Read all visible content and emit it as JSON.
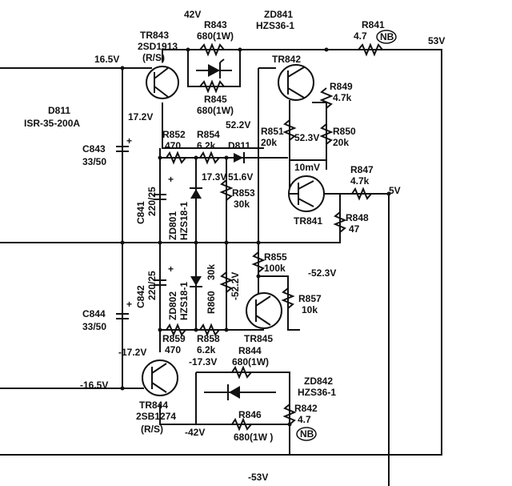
{
  "components": {
    "d811": {
      "ref": "D811",
      "part": "ISR-35-200A"
    },
    "tr843": {
      "ref": "TR843",
      "part": "2SD1913",
      "grade": "(R/S)"
    },
    "zd841": {
      "ref": "ZD841",
      "part": "HZS36-1"
    },
    "r843": {
      "ref": "R843",
      "value": "680(1W)"
    },
    "r845": {
      "ref": "R845",
      "value": "680(1W)"
    },
    "r841": {
      "ref": "R841",
      "value": "4.7",
      "mark": "NB"
    },
    "tr842": {
      "ref": "TR842"
    },
    "r849": {
      "ref": "R849",
      "value": "4.7k"
    },
    "r851": {
      "ref": "R851",
      "value": "20k"
    },
    "r850": {
      "ref": "R850",
      "value": "20k"
    },
    "r852": {
      "ref": "R852",
      "value": "470"
    },
    "r854": {
      "ref": "R854",
      "value": "6.2k"
    },
    "d811b": {
      "ref": "D811"
    },
    "c843": {
      "ref": "C843",
      "value": "33/50"
    },
    "c841": {
      "ref": "C841",
      "value": "220/25"
    },
    "zd801": {
      "ref": "ZD801",
      "part": "HZS18-1"
    },
    "r853": {
      "ref": "R853",
      "value": "30k"
    },
    "tr841": {
      "ref": "TR841"
    },
    "r847": {
      "ref": "R847",
      "value": "4.7k"
    },
    "r848": {
      "ref": "R848",
      "value": "47"
    },
    "r855": {
      "ref": "R855",
      "value": "100k"
    },
    "c842": {
      "ref": "C842",
      "value": "220/25"
    },
    "zd802": {
      "ref": "ZD802",
      "part": "HZS18-1"
    },
    "r860": {
      "ref": "R860",
      "value": "30k"
    },
    "r857": {
      "ref": "R857",
      "value": "10k"
    },
    "c844": {
      "ref": "C844",
      "value": "33/50"
    },
    "r859": {
      "ref": "R859",
      "value": "470"
    },
    "r858": {
      "ref": "R858",
      "value": "6.2k"
    },
    "tr845": {
      "ref": "TR845"
    },
    "r844": {
      "ref": "R844",
      "value": "680(1W)"
    },
    "zd842": {
      "ref": "ZD842",
      "part": "HZS36-1"
    },
    "tr844": {
      "ref": "TR844",
      "part": "2SB1274",
      "grade": "(R/S)"
    },
    "r846": {
      "ref": "R846",
      "value": "680(1W )"
    },
    "r842": {
      "ref": "R842",
      "value": "4.7",
      "mark": "NB"
    }
  },
  "voltages": {
    "v42_top": "42V",
    "v53": "53V",
    "v16_5": "16.5V",
    "v17_2": "17.2V",
    "v52_2": "52.2V",
    "v52_3": "52.3V",
    "v17_3": "17.3V",
    "v51_6": "51.6V",
    "v10mv": "10mV",
    "v5": "5V",
    "vm52_3": "-52.3V",
    "vm52_2": "-52.2V",
    "vm17_2": "-17.2V",
    "vm17_3": "-17.3V",
    "vm16_5": "-16.5V",
    "vm42": "-42V",
    "vm53": "-53V"
  },
  "polarity": {
    "plus": "+"
  }
}
